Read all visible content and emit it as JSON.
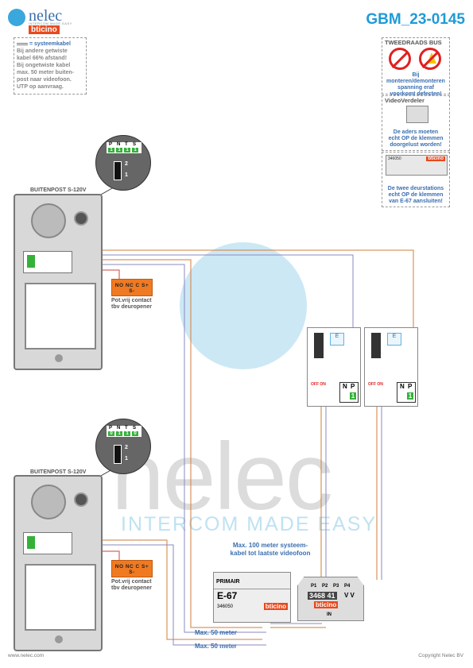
{
  "header": {
    "logo_text": "nelec",
    "logo_sub": "INTERCOM MADE EASY",
    "logo_brand": "bticino",
    "doc_id": "GBM_23-0145"
  },
  "note": {
    "legend": "= systeemkabel",
    "lines": [
      "Bij andere getwiste",
      "kabel 66% afstand!",
      "Bij ongetwiste kabel",
      "max. 50 meter buiten-",
      "post naar videofoon.",
      "UTP op aanvraag."
    ]
  },
  "right_panels": {
    "bus_title": "TWEEDRAADS BUS",
    "bus_text": [
      "Bij monteren/demonteren",
      "spanning eraf",
      "voorkomt defecten!"
    ],
    "vv_title": "VideoVerdeler",
    "vv_text": [
      "De aders moeten",
      "echt OP de klemmen",
      "doorgelust worden!"
    ],
    "e67_code": "346050",
    "e67_brand": "bticino",
    "e67_text": [
      "De twee deurstations",
      "echt OP de klemmen",
      "van E-67 aansluiten!"
    ]
  },
  "stations": [
    {
      "label": "BUITENPOST S-120V",
      "dip": [
        "P",
        "N",
        "T",
        "S"
      ],
      "dip_vals": [
        "1",
        "1",
        "1",
        "1"
      ],
      "sw": [
        "2",
        "1"
      ],
      "contacts": "NO NC C S+ S-",
      "contact_note": [
        "Pot.vrij contact",
        "tbv deuropener"
      ]
    },
    {
      "label": "BUITENPOST S-120V",
      "dip": [
        "P",
        "N",
        "T",
        "S"
      ],
      "dip_vals": [
        "0",
        "1",
        "1",
        "0"
      ],
      "sw": [
        "2",
        "1"
      ],
      "contacts": "NO NC C S+ S-",
      "contact_note": [
        "Pot.vrij contact",
        "tbv deuropener"
      ]
    }
  ],
  "monitors": [
    {
      "screen": "E",
      "off_on": "OFF ON",
      "n": "N",
      "p": "P",
      "n_val": "",
      "p_val": "1"
    },
    {
      "screen": "E",
      "off_on": "OFF ON",
      "n": "N",
      "p": "P",
      "n_val": "",
      "p_val": "1"
    }
  ],
  "power": {
    "primair": "PRIMAIR",
    "name": "E-67",
    "code": "346050",
    "brand": "bticino"
  },
  "distributor": {
    "terminals": [
      "P1",
      "P2",
      "P3",
      "P4"
    ],
    "code": "3468 41",
    "vv": "V V",
    "brand": "bticino",
    "in": "IN"
  },
  "cable_note": [
    "Max. 100 meter systeem-",
    "kabel tot laatste videofoon"
  ],
  "dist1": "Max. 50 meter",
  "dist2": "Max. 50 meter",
  "watermark": {
    "word": "nelec",
    "tag": "INTERCOM MADE EASY"
  },
  "footer": {
    "left": "www.nelec.com",
    "right": "Copyright Nelec BV"
  }
}
